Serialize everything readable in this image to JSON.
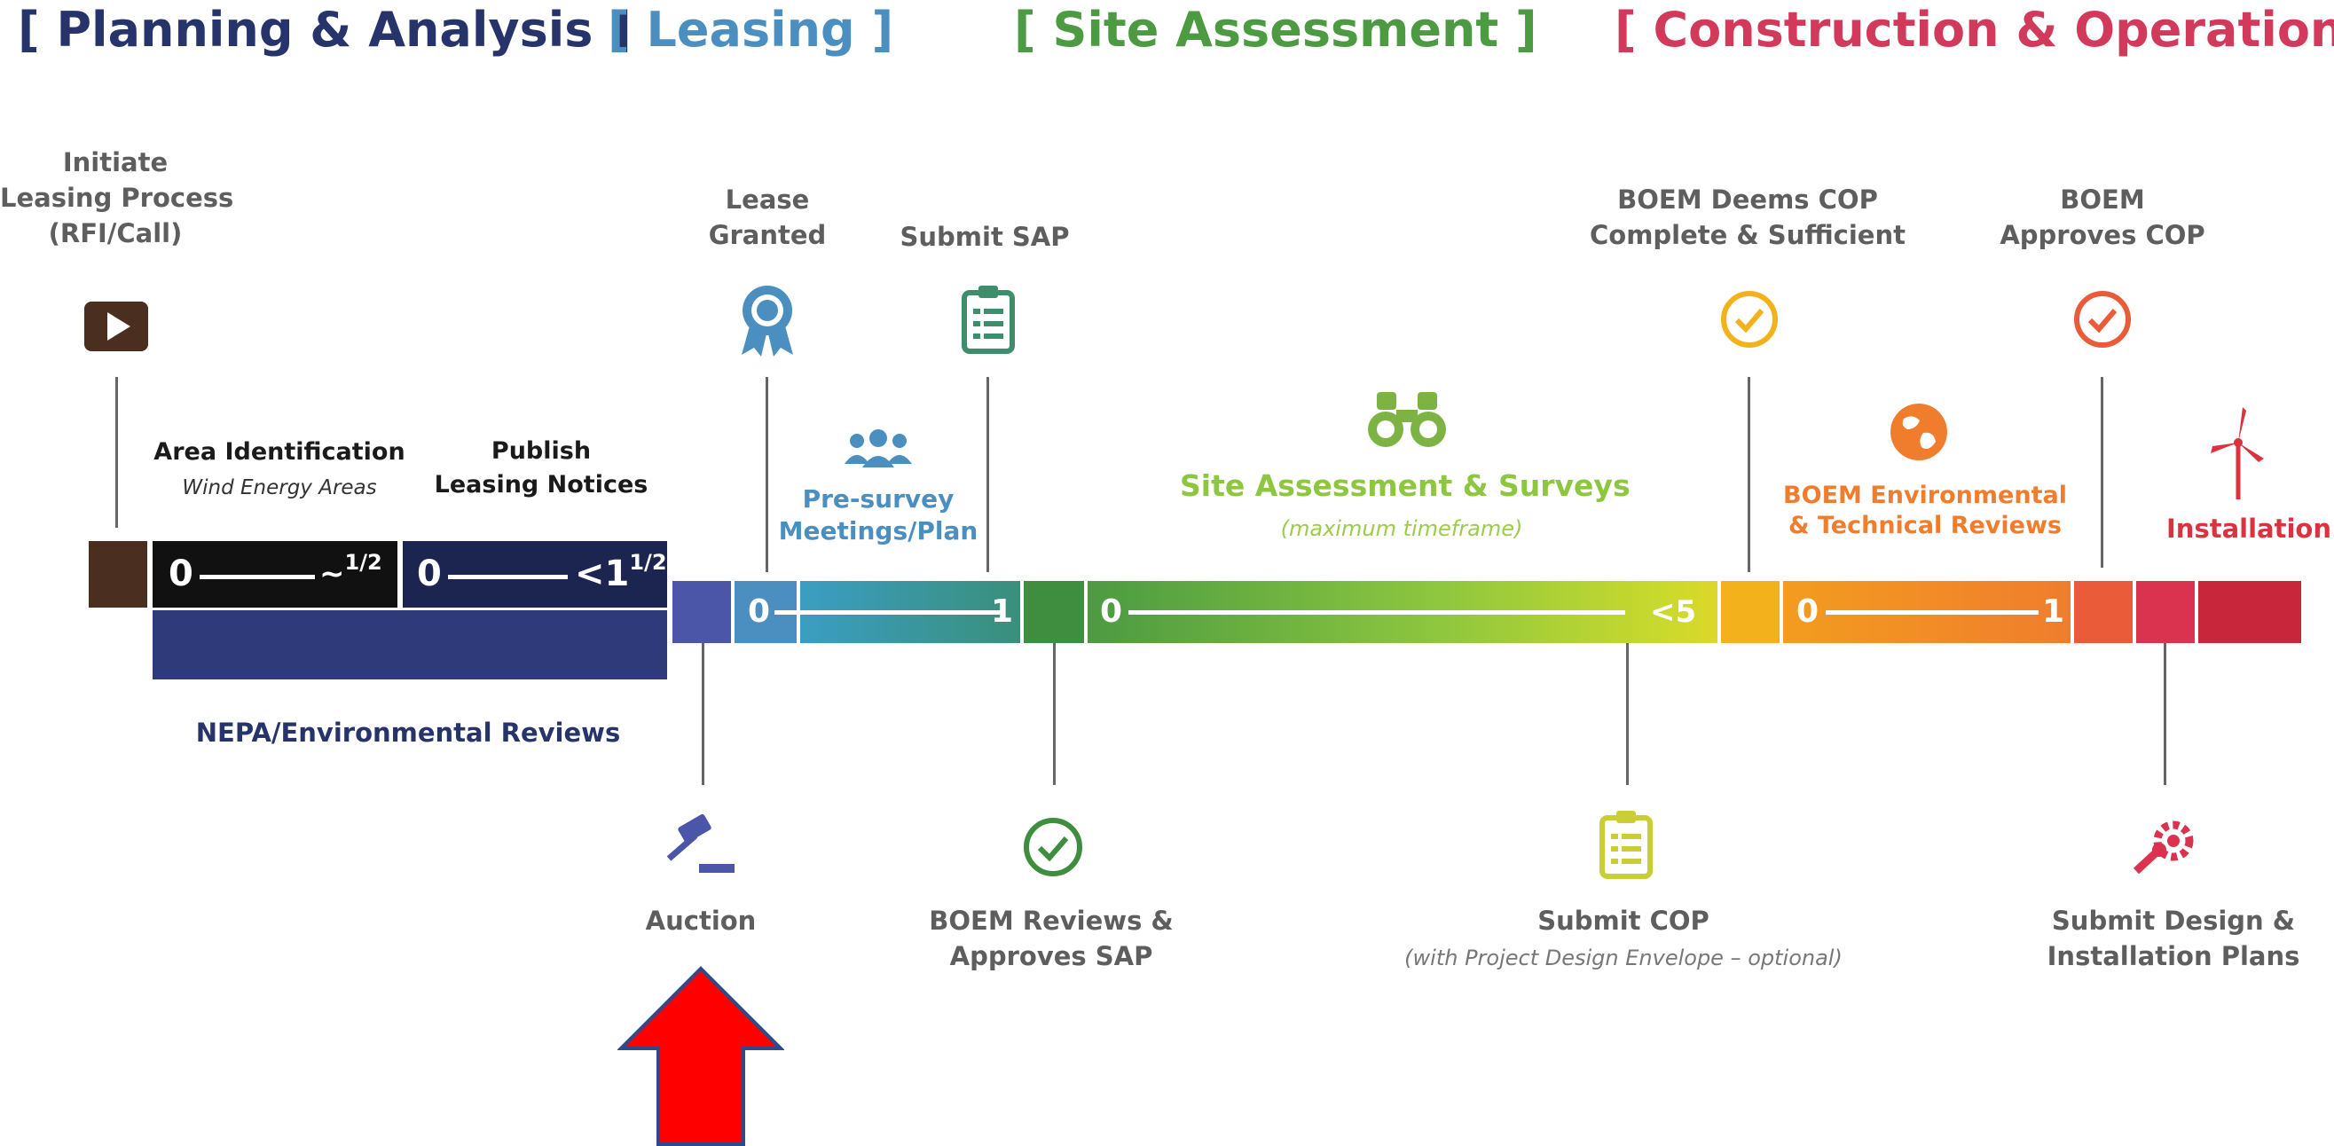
{
  "phases": {
    "planning": "[ Planning & Analysis ]",
    "leasing": "[ Leasing ]",
    "site": "[ Site Assessment ]",
    "construction": "[ Construction & Operations ]"
  },
  "colors": {
    "planning": "#27336b",
    "leasing": "#4a8fc0",
    "site": "#4c9a42",
    "construction": "#d13a5b"
  },
  "top_labels": {
    "initiate": [
      "Initiate",
      "Leasing Process",
      "(RFI/Call)"
    ],
    "lease_granted": [
      "Lease",
      "Granted"
    ],
    "submit_sap": "Submit SAP",
    "boem_deems": [
      "BOEM Deems COP",
      "Complete & Sufficient"
    ],
    "boem_approves": [
      "BOEM",
      "Approves COP"
    ]
  },
  "mid_labels": {
    "area_id": "Area Identification",
    "area_id_sub": "Wind Energy Areas",
    "publish": [
      "Publish",
      "Leasing Notices"
    ],
    "presurvey": [
      "Pre-survey",
      "Meetings/Plan"
    ],
    "site_assess": "Site Assessment & Surveys",
    "site_assess_sub": "(maximum timeframe)",
    "boem_env": [
      "BOEM Environmental",
      "& Technical Reviews"
    ],
    "installation": "Installation"
  },
  "timeline": {
    "area_start": "0",
    "area_end": "~",
    "area_end_sup": "1/2",
    "publish_start": "0",
    "publish_end": "<1",
    "publish_end_sup": "1/2",
    "presurvey_start": "0",
    "presurvey_end": "1",
    "site_start": "0",
    "site_end": "<5",
    "env_start": "0",
    "env_end": "1"
  },
  "nepa": "NEPA/Environmental Reviews",
  "bottom_labels": {
    "auction": "Auction",
    "boem_reviews": [
      "BOEM Reviews &",
      "Approves SAP"
    ],
    "submit_cop": "Submit COP",
    "submit_cop_sub": "(with Project Design Envelope – optional)",
    "submit_design": [
      "Submit Design &",
      "Installation Plans"
    ]
  },
  "icons": [
    "play-icon",
    "ribbon-award-icon",
    "clipboard-icon",
    "people-icon",
    "binoculars-icon",
    "checkmark-circle-icon",
    "globe-icon",
    "wind-turbine-icon",
    "gavel-icon",
    "wrench-gear-icon",
    "up-arrow-icon"
  ]
}
